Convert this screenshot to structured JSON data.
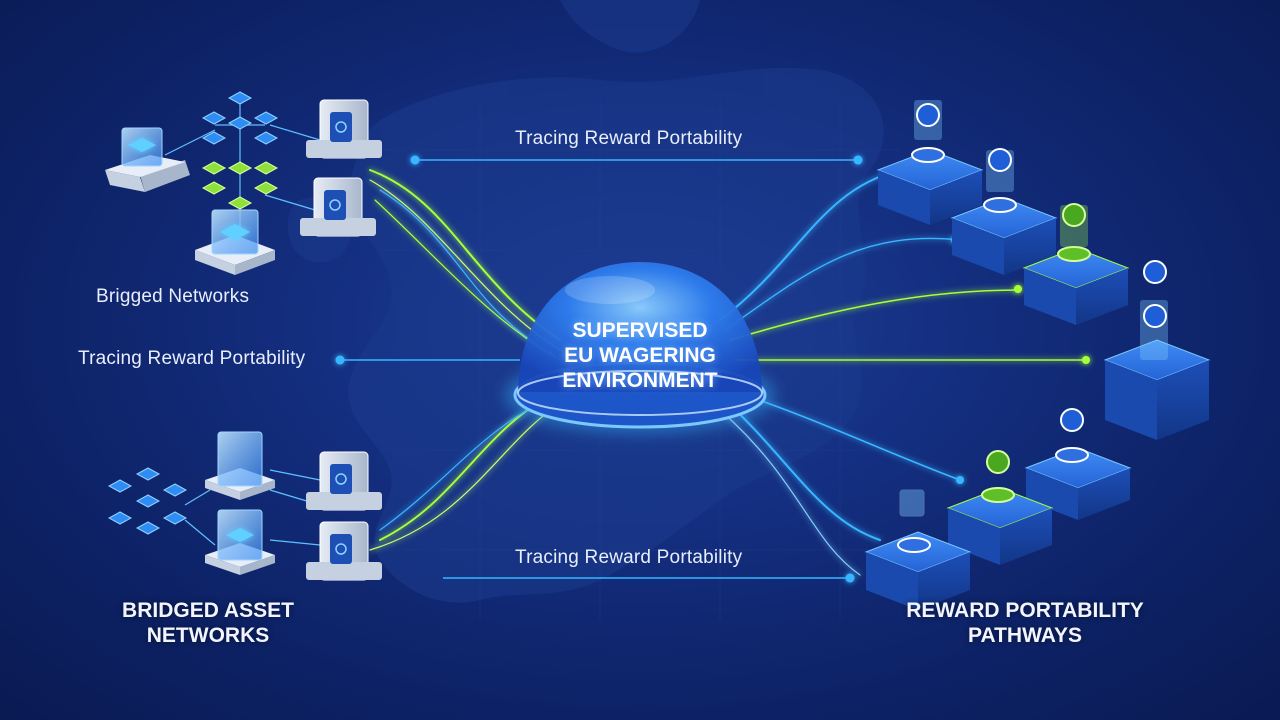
{
  "center": {
    "line1": "SUPERVISED",
    "line2": "EU WAGERING",
    "line3": "ENVIRONMENT"
  },
  "labels": {
    "top_path": "Tracing Reward Portability",
    "mid_path": "Tracing Reward Portability",
    "bottom_path": "Tracing Reward Portability",
    "top_left_cluster": "Brigged Networks"
  },
  "titles": {
    "left": {
      "line1": "BRIDGED ASSET",
      "line2": "NETWORKS"
    },
    "right": {
      "line1": "REWARD PORTABILITY",
      "line2": "PATHWAYS"
    }
  },
  "colors": {
    "background": "#0d2266",
    "blue_flow": "#38b6ff",
    "green_flow": "#a6ff3a",
    "dome": "#2a7cf0"
  },
  "icons": [
    "cube-icon",
    "server-icon",
    "chip-token-icon",
    "network-node-icon",
    "dome-icon"
  ]
}
